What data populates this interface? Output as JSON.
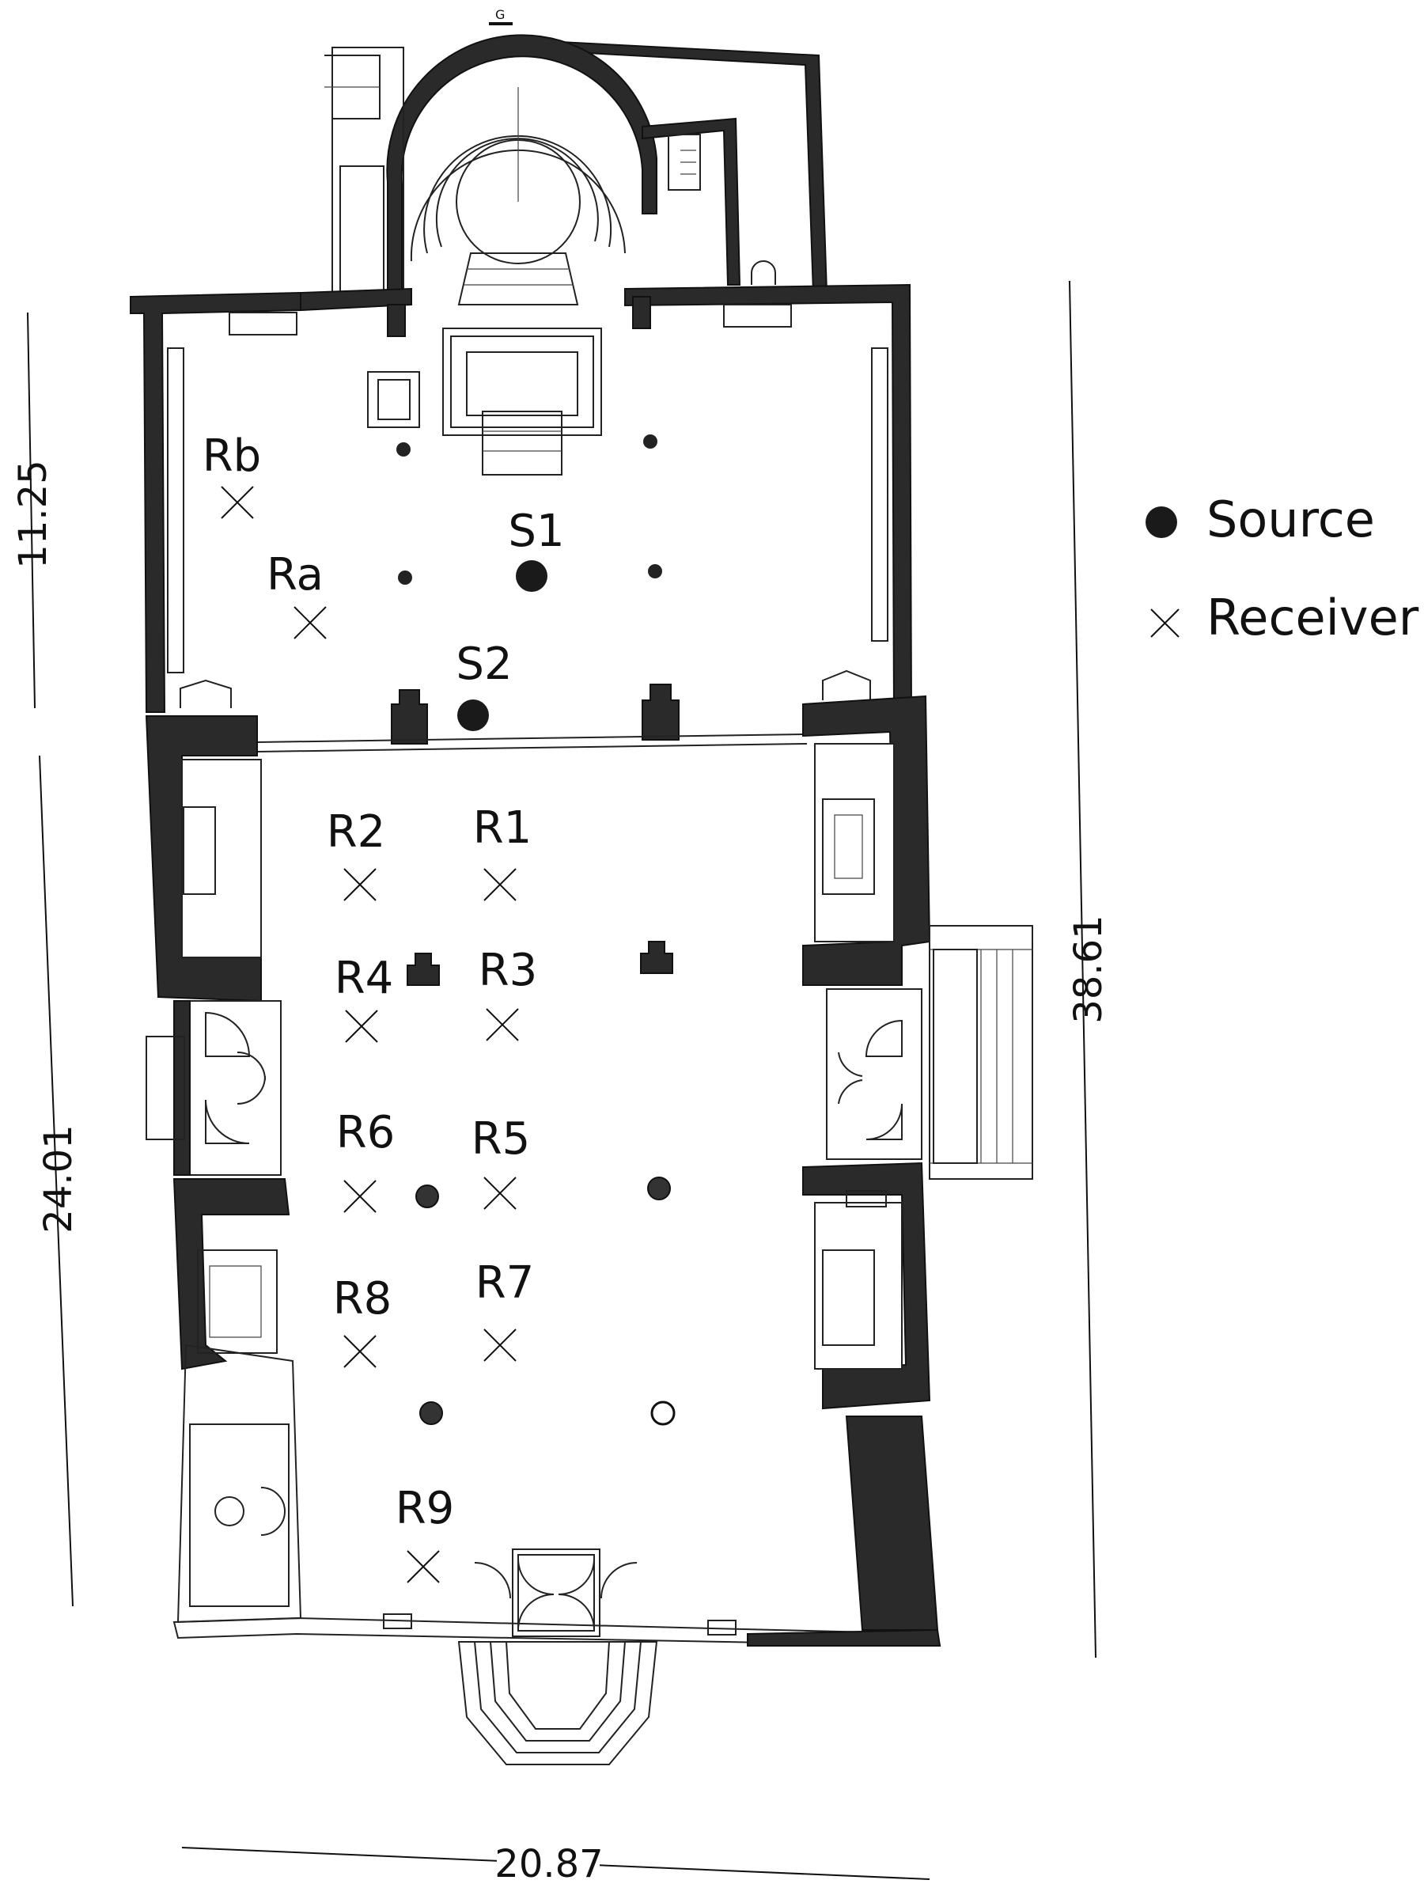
{
  "diagram": {
    "north_marker": "G",
    "dimensions": {
      "left_upper": "11.25",
      "left_lower": "24.01",
      "right": "38.61",
      "bottom": "20.87"
    },
    "legend": {
      "source_label": "Source",
      "receiver_label": "Receiver"
    },
    "sources": [
      {
        "id": "S1",
        "label": "S1"
      },
      {
        "id": "S2",
        "label": "S2"
      }
    ],
    "receivers": [
      {
        "id": "Rb",
        "label": "Rb"
      },
      {
        "id": "Ra",
        "label": "Ra"
      },
      {
        "id": "R1",
        "label": "R1"
      },
      {
        "id": "R2",
        "label": "R2"
      },
      {
        "id": "R3",
        "label": "R3"
      },
      {
        "id": "R4",
        "label": "R4"
      },
      {
        "id": "R5",
        "label": "R5"
      },
      {
        "id": "R6",
        "label": "R6"
      },
      {
        "id": "R7",
        "label": "R7"
      },
      {
        "id": "R8",
        "label": "R8"
      },
      {
        "id": "R9",
        "label": "R9"
      }
    ]
  }
}
